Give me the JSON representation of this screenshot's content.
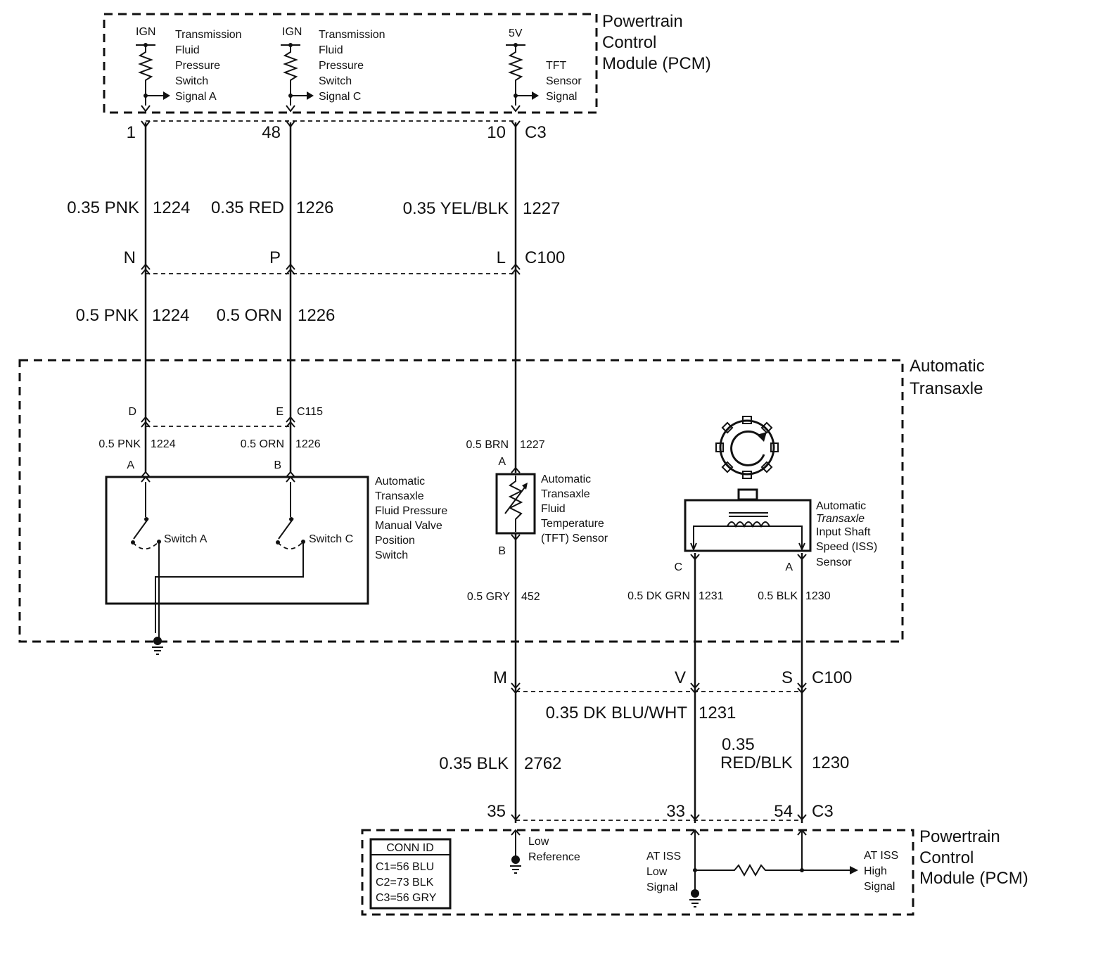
{
  "pcm_top": {
    "title_lines": [
      "Powertrain",
      "Control",
      "Module (PCM)"
    ],
    "ch1": {
      "supply": "IGN",
      "desc": [
        "Transmission",
        "Fluid",
        "Pressure",
        "Switch",
        "Signal A"
      ]
    },
    "ch2": {
      "supply": "IGN",
      "desc": [
        "Transmission",
        "Fluid",
        "Pressure",
        "Switch",
        "Signal C"
      ]
    },
    "ch3": {
      "supply": "5V",
      "desc": [
        "TFT",
        "Sensor",
        "Signal"
      ]
    }
  },
  "c3_top": {
    "pins": [
      "1",
      "48",
      "10"
    ],
    "name": "C3"
  },
  "wires_upper": [
    {
      "spec": "0.35 PNK",
      "circuit": "1224"
    },
    {
      "spec": "0.35 RED",
      "circuit": "1226"
    },
    {
      "spec": "0.35 YEL/BLK",
      "circuit": "1227"
    }
  ],
  "c100_top": {
    "pins": [
      "N",
      "P",
      "L"
    ],
    "name": "C100"
  },
  "wires_mid": [
    {
      "spec": "0.5 PNK",
      "circuit": "1224"
    },
    {
      "spec": "0.5 ORN",
      "circuit": "1226"
    }
  ],
  "transaxle": {
    "title_lines": [
      "Automatic",
      "Transaxle"
    ]
  },
  "c115": {
    "pins": [
      "D",
      "E"
    ],
    "name": "C115"
  },
  "wires_inner": [
    {
      "spec": "0.5 PNK",
      "circuit": "1224"
    },
    {
      "spec": "0.5 ORN",
      "circuit": "1226"
    },
    {
      "spec": "0.5 BRN",
      "circuit": "1227"
    }
  ],
  "pressure_switch": {
    "pins": [
      "A",
      "B"
    ],
    "switch_a": "Switch A",
    "switch_c": "Switch C",
    "desc": [
      "Automatic",
      "Transaxle",
      "Fluid Pressure",
      "Manual Valve",
      "Position",
      "Switch"
    ]
  },
  "tft_sensor": {
    "pins": [
      "A",
      "B"
    ],
    "desc": [
      "Automatic",
      "Transaxle",
      "Fluid",
      "Temperature",
      "(TFT) Sensor"
    ]
  },
  "iss_sensor": {
    "pins": [
      "C",
      "A"
    ],
    "desc": [
      "Automatic",
      "Transaxle",
      "Input Shaft",
      "Speed (ISS)",
      "Sensor"
    ]
  },
  "wires_lower_inner": [
    {
      "spec": "0.5 GRY",
      "circuit": "452"
    },
    {
      "spec": "0.5 DK GRN",
      "circuit": "1231"
    },
    {
      "spec": "0.5 BLK",
      "circuit": "1230"
    }
  ],
  "c100_bottom": {
    "pins": [
      "M",
      "V",
      "S"
    ],
    "name": "C100"
  },
  "wires_bottom": [
    {
      "spec": "0.35 BLK",
      "circuit": "2762"
    },
    {
      "spec": "0.35 DK BLU/WHT",
      "circuit": "1231"
    },
    {
      "spec_lines": [
        "0.35",
        "RED/BLK"
      ],
      "circuit": "1230"
    }
  ],
  "c3_bottom": {
    "pins": [
      "35",
      "33",
      "54"
    ],
    "name": "C3"
  },
  "pcm_bottom": {
    "title_lines": [
      "Powertrain",
      "Control",
      "Module (PCM)"
    ],
    "low_ref": [
      "Low",
      "Reference"
    ],
    "iss_low": [
      "AT ISS",
      "Low",
      "Signal"
    ],
    "iss_high": [
      "AT ISS",
      "High",
      "Signal"
    ]
  },
  "conn_id": {
    "title": "CONN ID",
    "rows": [
      "C1=56 BLU",
      "C2=73 BLK",
      "C3=56 GRY"
    ]
  }
}
